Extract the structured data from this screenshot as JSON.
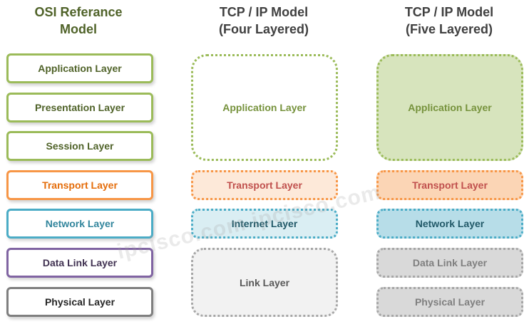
{
  "titles": {
    "osi": {
      "line1": "OSI  Referance",
      "line2": "Model",
      "color": "#4f6228"
    },
    "tcp4": {
      "line1": "TCP / IP Model",
      "line2": "(Four Layered)",
      "color": "#404040"
    },
    "tcp5": {
      "line1": "TCP / IP Model",
      "line2": "(Five Layered)",
      "color": "#404040"
    }
  },
  "osi_layers": [
    {
      "label": "Application Layer",
      "border": "#9bbb59",
      "text": "#4f6228"
    },
    {
      "label": "Presentation Layer",
      "border": "#9bbb59",
      "text": "#4f6228"
    },
    {
      "label": "Session Layer",
      "border": "#9bbb59",
      "text": "#4f6228"
    },
    {
      "label": "Transport  Layer",
      "border": "#f79646",
      "text": "#e46c0a"
    },
    {
      "label": "Network Layer",
      "border": "#4bacc6",
      "text": "#31859c"
    },
    {
      "label": "Data Link Layer",
      "border": "#8064a2",
      "text": "#403151"
    },
    {
      "label": "Physical Layer",
      "border": "#7f7f7f",
      "text": "#262626"
    }
  ],
  "tcp4_layers": [
    {
      "label": "Application Layer",
      "border": "#9bbb59",
      "fill": "#ffffff",
      "text": "#76923c"
    },
    {
      "label": "Transport  Layer",
      "border": "#f79646",
      "fill": "#fde9d9",
      "text": "#c0504d"
    },
    {
      "label": "Internet Layer",
      "border": "#4bacc6",
      "fill": "#daeef3",
      "text": "#215968"
    },
    {
      "label": "Link Layer",
      "border": "#a6a6a6",
      "fill": "#f2f2f2",
      "text": "#595959"
    }
  ],
  "tcp5_layers": [
    {
      "label": "Application Layer",
      "border": "#9bbb59",
      "fill": "#d7e4bd",
      "text": "#76923c"
    },
    {
      "label": "Transport  Layer",
      "border": "#f79646",
      "fill": "#fbd5b5",
      "text": "#c0504d"
    },
    {
      "label": "Network Layer",
      "border": "#4bacc6",
      "fill": "#b7dde8",
      "text": "#215968"
    },
    {
      "label": "Data Link Layer",
      "border": "#a6a6a6",
      "fill": "#d9d9d9",
      "text": "#7f7f7f"
    },
    {
      "label": "Physical Layer",
      "border": "#a6a6a6",
      "fill": "#d9d9d9",
      "text": "#7f7f7f"
    }
  ],
  "watermark": "ipcisco.com          ipcisco.com"
}
